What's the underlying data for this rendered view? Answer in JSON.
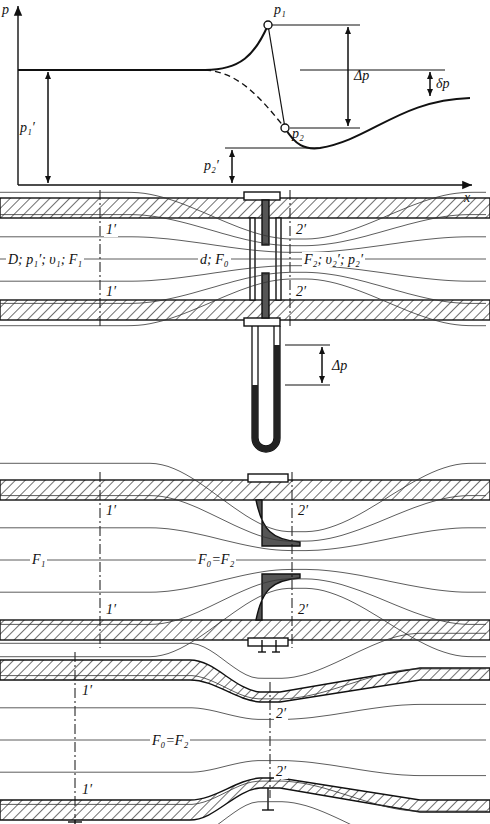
{
  "diagram": {
    "labels": [
      "p",
      "p₁",
      "p₁′",
      "Δp",
      "δp",
      "p₂",
      "p₂′",
      "x",
      "1′",
      "1′",
      "2′",
      "2′",
      "D; p₁′; υ₁; F₁",
      "d; F₀",
      "F₂; υ₂′; p₂′",
      "Δp",
      "1′",
      "1′",
      "2′",
      "2′",
      "F₁",
      "F₀=F₂",
      "1′",
      "1′",
      "2′",
      "2′",
      "F₀=F₂"
    ]
  }
}
